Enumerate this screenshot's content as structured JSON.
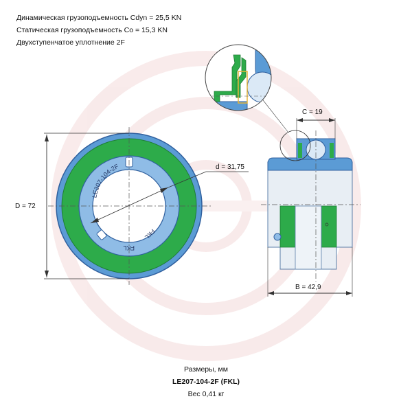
{
  "specs": {
    "dynamic_load": "Динамическая грузоподъемность Cdyn = 25,5 KN",
    "static_load": "Статическая грузоподъемность Co = 15,3 KN",
    "seal": "Двухступенчатое уплотнение 2F"
  },
  "dimensions": {
    "outer_diameter": "D = 72",
    "bore": "d = 31,75",
    "width_c": "C = 19",
    "width_b": "B = 42,9"
  },
  "ring_marking": {
    "model": "LE207-104-2F",
    "brand": "FKL",
    "brand_rotated": "FKL"
  },
  "footer": {
    "units": "Размеры, мм",
    "model": "LE207-104-2F (FKL)",
    "weight": "Вес 0,41 кг"
  },
  "colors": {
    "seal_green": "#2dab4a",
    "ring_blue": "#5b9bd5",
    "ring_blue_dark": "#2f5f9e",
    "body_light": "#e8eef4",
    "watermark_red": "#f4dada"
  }
}
